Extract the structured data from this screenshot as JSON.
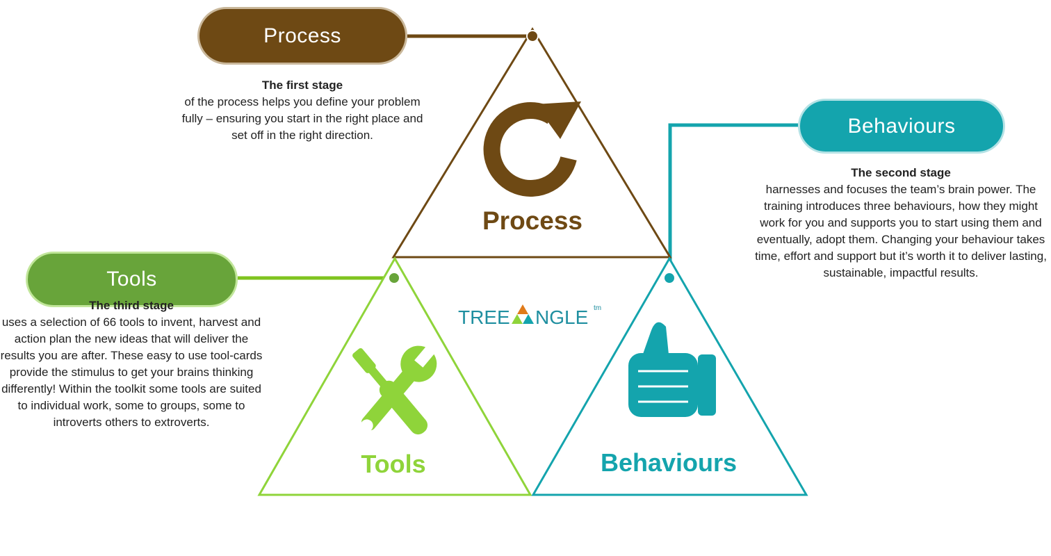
{
  "colors": {
    "process": "#6e4914",
    "behaviours": "#14a4ad",
    "tools": "#7fc41f",
    "tools_pill": "#68a43a",
    "logo_text": "#1f8fa0"
  },
  "logo": {
    "text_left": "TREE",
    "text_right": "NGLE",
    "trademark": "tm"
  },
  "process": {
    "pill_label": "Process",
    "triangle_label": "Process",
    "icon": "refresh-arrow-icon",
    "heading": "The first stage",
    "description": "of the process helps you define your problem fully – ensuring you start in the right place and set off in the right direction."
  },
  "behaviours": {
    "pill_label": "Behaviours",
    "triangle_label": "Behaviours",
    "icon": "thumbs-up-icon",
    "heading": "The second stage",
    "description": "harnesses and focuses the team’s brain power. The training introduces three behaviours, how they might work for you and supports you to start using them and eventually, adopt them. Changing your behaviour takes time, effort and support but it’s worth it to deliver lasting, sustainable, impactful results."
  },
  "tools": {
    "pill_label": "Tools",
    "triangle_label": "Tools",
    "icon": "wrench-screwdriver-icon",
    "heading": "The third stage",
    "description": "uses a selection of 66 tools to invent, harvest and action plan the new ideas that will deliver the results you are after. These easy to use tool-cards provide the stimulus to get your brains thinking differently! Within the toolkit some tools are suited to individual work, some to groups, some to introverts others to extroverts."
  }
}
